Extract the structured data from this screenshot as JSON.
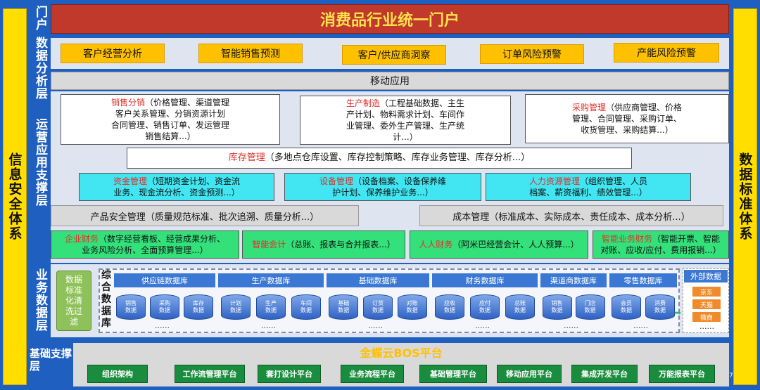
{
  "left_column": "信息安全体系",
  "right_column": "数据标准体系",
  "layers": {
    "portal": "门户",
    "analysis": "数据分析层",
    "ops": "运营应用支撑层",
    "data": "业务数据层",
    "base": "基础支撑层"
  },
  "portal_title": "消费品行业统一门户",
  "analysis_items": [
    "客户经营分析",
    "智能销售预测",
    "客户/供应商洞察",
    "订单风险预警",
    "产能风险预警"
  ],
  "mobile_app": "移动应用",
  "ops": {
    "sales": {
      "title": "销售分销",
      "desc": "（价格管理、渠道管理\n客户关系管理、分销资源计划\n合同管理、销售订单、发运管理\n销售结算...）"
    },
    "manufacturing": {
      "title": "生产制造",
      "desc": "（工程基础数据、主生\n产计划、物料需求计划、车间作\n业管理、委外生产管理、生产统\n计...）"
    },
    "purchasing": {
      "title": "采购管理",
      "desc": "（供应商管理、价格\n管理、合同管理、采购订单、\n收货管理、采购结算...）"
    },
    "inventory": {
      "title": "库存管理",
      "desc": "（多地点仓库设置、库存控制策略、库存业务管理、库存分析...）"
    },
    "funds": {
      "title": "资金管理",
      "desc": "（短期资金计划、资金流\n业务、现金流分析、资金预测...）"
    },
    "equipment": {
      "title": "设备管理",
      "desc": "（设备档案、设备保养维\n护计划、保养维护业务...）"
    },
    "hr": {
      "title": "人力资源管理",
      "desc": "（组织管理、人员\n档案、薪资福利、绩效管理...）"
    },
    "product_safety": "产品安全管理（质量规范标准、批次追溯、质量分析...）",
    "cost": "成本管理（标准成本、实际成本、责任成本、成本分析...）",
    "corp_finance": {
      "title": "企业财务",
      "desc": "（数字经营看板、经营成果分析、\n业务风险分析、全面预算管理...）"
    },
    "smart_accounting": {
      "title": "智能会计",
      "desc": "（总账、报表与合并报表...）"
    },
    "amoeba": {
      "title": "人人财务",
      "desc": "（阿米巴经营会计、人人预算...）"
    },
    "smart_finance": {
      "title": "智能业务财务",
      "desc": "（智能开票、智能\n对账、应收/应付、费用报销...）"
    }
  },
  "data_layer": {
    "cleaning": "数据\n标准\n化清\n洗过\n滤",
    "integrated_db": "综合数据库",
    "groups": [
      {
        "name": "供应链数据库",
        "items": [
          "销售\n数据",
          "采购\n数据",
          "库存\n数据"
        ]
      },
      {
        "name": "生产数据库",
        "items": [
          "计划\n数据",
          "生产\n数据",
          "车间\n数据"
        ]
      },
      {
        "name": "基础数据库",
        "items": [
          "基础\n数据",
          "订货\n数据",
          "对账\n数据"
        ]
      },
      {
        "name": "财务数据库",
        "items": [
          "应收\n数据",
          "应付\n数据",
          "总账\n数据"
        ]
      },
      {
        "name": "渠道商数据库",
        "items": [
          "销售\n数据",
          "门店\n数据"
        ]
      },
      {
        "name": "零售数据库",
        "items": [
          "会员\n数据",
          "消费\n数据"
        ]
      }
    ],
    "ellipsis": "......",
    "external": {
      "title": "外部数据",
      "items": [
        "京东",
        "天猫",
        "微商"
      ]
    }
  },
  "bos": {
    "title": "金蝶云BOS平台",
    "items": [
      "组织架构",
      "工作流管理平台",
      "套打设计平台",
      "业务流程平台",
      "基础管理平台",
      "移动应用平台",
      "集成开发平台",
      "万能报表平台"
    ]
  },
  "page_number": "7"
}
